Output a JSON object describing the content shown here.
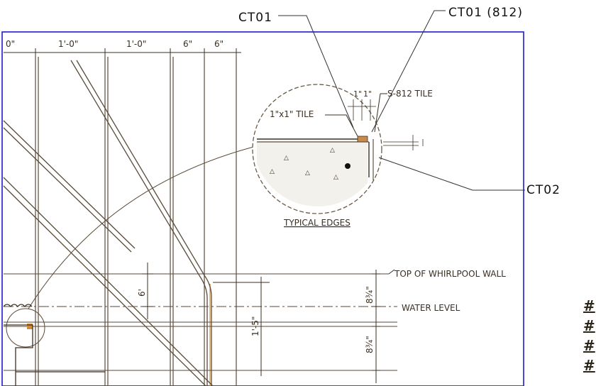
{
  "callouts": {
    "ct01": "CT01",
    "ct01_812": "CT01 (812)",
    "ct02": "CT02"
  },
  "dimensions": {
    "d1": "0\"",
    "d2": "1'-0\"",
    "d3": "1'-0\"",
    "d4": "6\"",
    "d5": "6\"",
    "detail_1a": "1\"",
    "detail_1b": "1\"",
    "vert_6": "6'",
    "vert_1_5": "1'-5\"",
    "vert_834a": "8¾\"",
    "vert_834b": "8¾\""
  },
  "labels": {
    "tile_812": "S-812 TILE",
    "tile_1x1": "1\"x1\" TILE",
    "typical_edges": "TYPICAL EDGES",
    "top_wall": "TOP OF WHIRLPOOL WALL",
    "water_level": "WATER LEVEL"
  },
  "marks": [
    "#",
    "#",
    "#",
    "#"
  ],
  "colors": {
    "frame": "#1a1ad0",
    "linework": "#5a4a38",
    "accent": "#d08a3a"
  }
}
